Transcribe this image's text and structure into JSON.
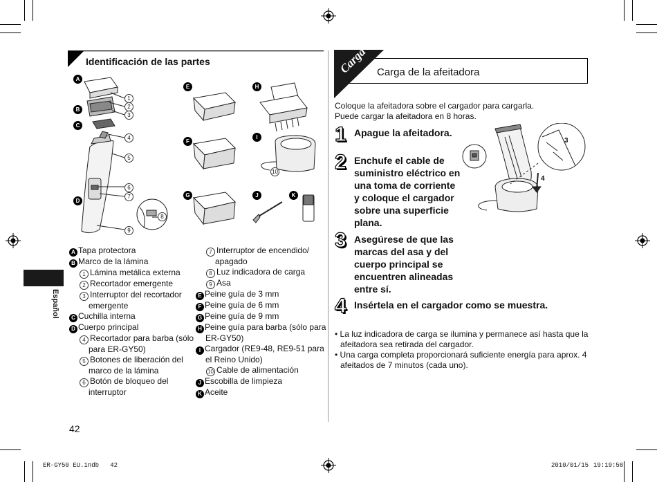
{
  "left": {
    "section_title": "Identificación de las partes",
    "parts_col1": [
      {
        "mark": "A",
        "type": "badge",
        "text": "Tapa protectora",
        "indent": 0
      },
      {
        "mark": "B",
        "type": "badge",
        "text": "Marco de la lámina",
        "indent": 0
      },
      {
        "mark": "1",
        "type": "circ",
        "text": "Lámina metálica externa",
        "indent": 1
      },
      {
        "mark": "2",
        "type": "circ",
        "text": "Recortador emergente",
        "indent": 1
      },
      {
        "mark": "3",
        "type": "circ",
        "text": "Interruptor del recortador",
        "indent": 1
      },
      {
        "mark": "",
        "type": "cont",
        "text": "emergente",
        "indent": 2
      },
      {
        "mark": "C",
        "type": "badge",
        "text": "Cuchilla interna",
        "indent": 0
      },
      {
        "mark": "D",
        "type": "badge",
        "text": "Cuerpo principal",
        "indent": 0
      },
      {
        "mark": "4",
        "type": "circ",
        "text": "Recortador para barba (sólo",
        "indent": 1
      },
      {
        "mark": "",
        "type": "cont",
        "text": "para ER-GY50)",
        "indent": 2
      },
      {
        "mark": "5",
        "type": "circ",
        "text": "Botones de liberación del",
        "indent": 1
      },
      {
        "mark": "",
        "type": "cont",
        "text": "marco de la lámina",
        "indent": 2
      },
      {
        "mark": "6",
        "type": "circ",
        "text": "Botón de bloqueo del",
        "indent": 1
      },
      {
        "mark": "",
        "type": "cont",
        "text": "interruptor",
        "indent": 2
      }
    ],
    "parts_col2": [
      {
        "mark": "7",
        "type": "circ",
        "text": "Interruptor de encendido/",
        "indent": 1
      },
      {
        "mark": "",
        "type": "cont",
        "text": "apagado",
        "indent": 2
      },
      {
        "mark": "8",
        "type": "circ",
        "text": "Luz indicadora de carga",
        "indent": 1
      },
      {
        "mark": "9",
        "type": "circ",
        "text": "Asa",
        "indent": 1
      },
      {
        "mark": "E",
        "type": "badge",
        "text": "Peine guía de 3 mm",
        "indent": 0
      },
      {
        "mark": "F",
        "type": "badge",
        "text": "Peine guía de 6 mm",
        "indent": 0
      },
      {
        "mark": "G",
        "type": "badge",
        "text": "Peine guía de 9 mm",
        "indent": 0
      },
      {
        "mark": "H",
        "type": "badge",
        "text": "Peine guía para barba (sólo para",
        "indent": 0
      },
      {
        "mark": "",
        "type": "cont0",
        "text": "ER-GY50)",
        "indent": 0
      },
      {
        "mark": "I",
        "type": "badge",
        "text": "Cargador (RE9-48, RE9-51 para",
        "indent": 0
      },
      {
        "mark": "",
        "type": "cont0",
        "text": "el Reino Unido)",
        "indent": 0
      },
      {
        "mark": "10",
        "type": "circ",
        "text": "Cable de alimentación",
        "indent": 1
      },
      {
        "mark": "J",
        "type": "badge",
        "text": "Escobilla de limpieza",
        "indent": 0
      },
      {
        "mark": "K",
        "type": "badge",
        "text": "Aceite",
        "indent": 0
      }
    ],
    "diagram_labels": {
      "A": "A",
      "B": "B",
      "C": "C",
      "D": "D",
      "E": "E",
      "F": "F",
      "G": "G",
      "H": "H",
      "I": "I",
      "J": "J",
      "K": "K",
      "n1": "1",
      "n2": "2",
      "n3": "3",
      "n4": "4",
      "n5": "5",
      "n6": "6",
      "n7": "7",
      "n8": "8",
      "n9": "9",
      "n10": "10"
    },
    "lang_tab": "Español",
    "page_number": "42"
  },
  "right": {
    "tab_label": "Carga",
    "section_title": "Carga de la afeitadora",
    "intro": [
      "Coloque la afeitadora sobre el cargador para cargarla.",
      "Puede cargar la afeitadora en 8 horas."
    ],
    "steps": [
      {
        "num": "1",
        "lines": [
          "Apague la afeitadora."
        ]
      },
      {
        "num": "2",
        "lines": [
          "Enchufe el cable de",
          "suministro eléctrico en",
          "una toma de corriente",
          "y coloque el cargador",
          "sobre una superficie",
          "plana."
        ]
      },
      {
        "num": "3",
        "lines": [
          "Asegúrese de que las",
          "marcas del asa y del",
          "cuerpo principal se",
          "encuentren alineadas",
          "entre sí."
        ]
      },
      {
        "num": "4",
        "lines": [
          "Insértela en el cargador como se muestra."
        ]
      }
    ],
    "figure_callouts": {
      "three": "3",
      "four": "4"
    },
    "notes": [
      [
        "• La luz indicadora de carga se ilumina y permanece así hasta que la",
        "afeitadora sea retirada del cargador."
      ],
      [
        "• Una carga completa proporcionará suficiente energía para aprox. 4",
        "afeitados de 7 minutos (cada uno)."
      ]
    ]
  },
  "footer": {
    "file": "ER-GY50 EU.indb   42",
    "date": "2010/01/15",
    "time": "19:19:58"
  },
  "colors": {
    "ink": "#000000",
    "tab_fill": "#1a1a1a"
  }
}
